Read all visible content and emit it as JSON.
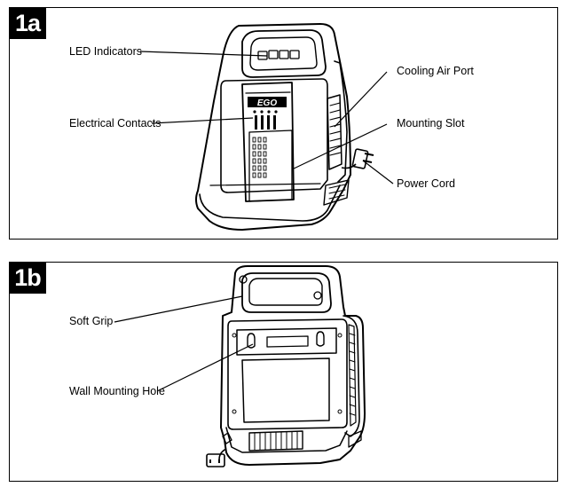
{
  "figure_1a": {
    "tag": "1a",
    "callouts": {
      "led_indicators": "LED Indicators",
      "electrical_contacts": "Electrical Contacts",
      "cooling_air_port": "Cooling Air Port",
      "mounting_slot": "Mounting Slot",
      "power_cord": "Power Cord"
    },
    "logo_text": "EGO"
  },
  "figure_1b": {
    "tag": "1b",
    "callouts": {
      "soft_grip": "Soft Grip",
      "wall_mounting_hole": "Wall Mounting Hole"
    }
  }
}
